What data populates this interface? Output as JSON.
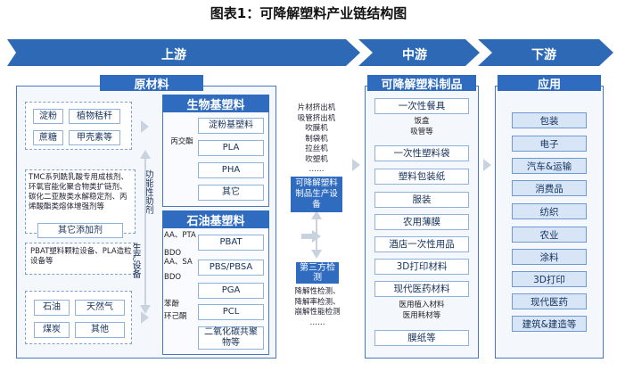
{
  "title": "图表1：可降解塑料产业链结构图",
  "stages": {
    "upstream": "上游",
    "midstream": "中游",
    "downstream": "下游"
  },
  "upstream": {
    "raw_header": "原材料",
    "raw_top": [
      "淀粉",
      "植物秸秆",
      "蔗糖",
      "甲壳素等"
    ],
    "additive_note": "TMC系列酰乳酸专用成核剂、环氧官能化聚合物类扩链剂、碳化二亚胺类水解稳定剂、丙烯酸酯类熔体增强剂等",
    "additive_label": "其它添加剂",
    "additive_side": "功能性助剂",
    "equip_note": "PBAT塑料颗粒设备、PLA造粒设备等",
    "equip_side": "生产设备",
    "fossil": [
      "石油",
      "天然气",
      "煤炭",
      "其他"
    ],
    "bio_header": "生物基塑料",
    "bio_items": [
      "淀粉基塑料",
      "PLA",
      "PHA",
      "其它"
    ],
    "bio_label_1": "丙交酯",
    "petro_header": "石油基塑料",
    "petro_items": [
      "PBAT",
      "PBS/PBSA",
      "PGA",
      "PCL",
      "二氧化碳共聚物等"
    ],
    "petro_labels": [
      "AA、PTA",
      "BDO",
      "AA、SA",
      "BDO",
      "苯酚",
      "环己酮"
    ]
  },
  "midstream": {
    "equipment_list": [
      "片材挤出机",
      "吸管挤出机",
      "吹膜机",
      "制袋机",
      "拉丝机",
      "吹塑机",
      "……"
    ],
    "equipment_box": "可降解塑料制品生产设备",
    "test_box": "第三方检测",
    "test_list": [
      "降解性检测、",
      "降解率检测、",
      "崩解性能检测",
      "……"
    ],
    "products_header": "可降解塑料制品",
    "products": [
      "一次性餐具",
      "一次性塑料袋",
      "塑料包装纸",
      "服装",
      "农用薄膜",
      "酒店一次性用品",
      "3D打印材料",
      "现代医药材料",
      "膜纸等"
    ],
    "product_notes": [
      "饭盒",
      "吸管等",
      "医用植入材料",
      "医用耗材等"
    ]
  },
  "downstream": {
    "header": "应用",
    "items": [
      "包装",
      "电子",
      "汽车&运输",
      "消费品",
      "纺织",
      "农业",
      "涂料",
      "3D打印",
      "现代医药",
      "建筑&建造等"
    ]
  }
}
